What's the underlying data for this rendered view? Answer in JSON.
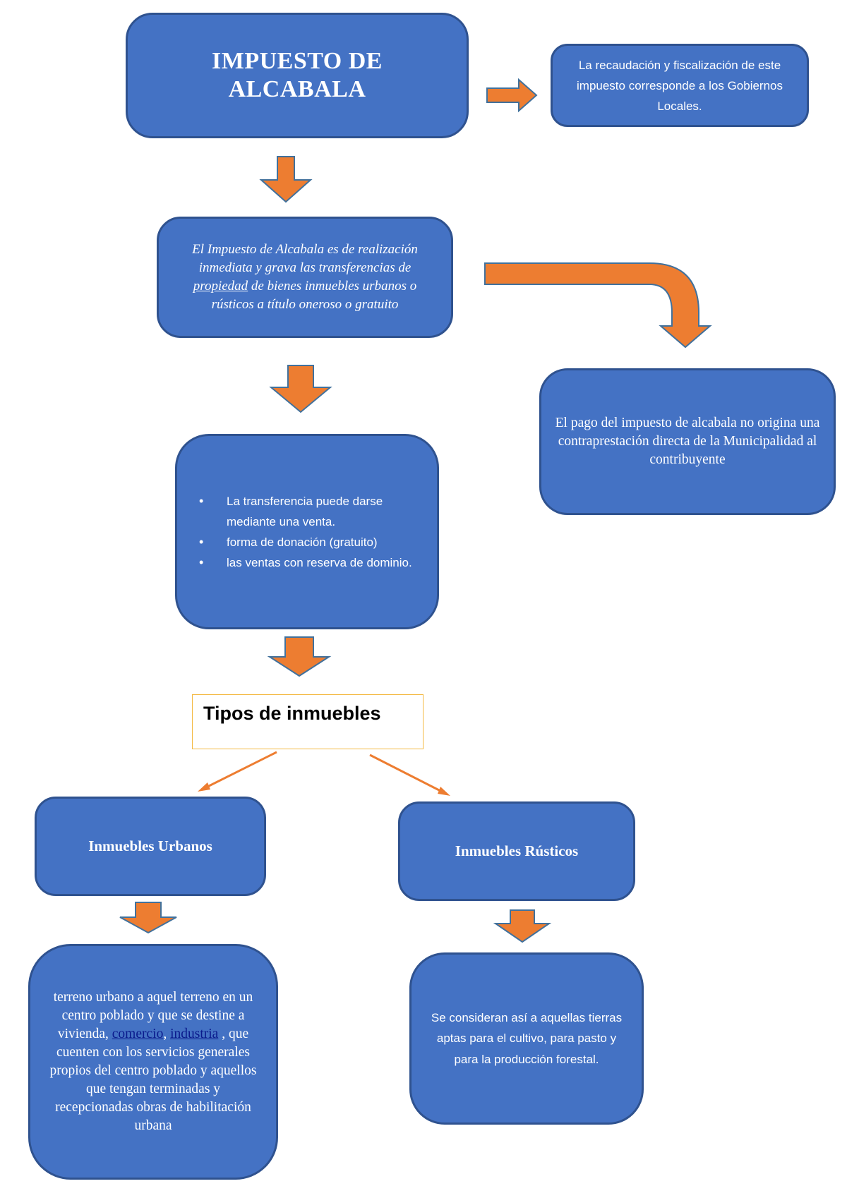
{
  "title": {
    "line1": "IMPUESTO DE",
    "line2": "ALCABALA"
  },
  "collection_note": "La recaudación y fiscalización de este impuesto corresponde a los Gobiernos Locales.",
  "definition": {
    "before_link": "El Impuesto de Alcabala es de realización inmediata y grava las transferencias de ",
    "underlined": "propiedad",
    "after_link": " de bienes inmuebles urbanos o rústicos a título oneroso o gratuito"
  },
  "payment_note": "El pago del impuesto de alcabala no origina una contraprestación directa de la Municipalidad al contribuyente",
  "transfer_forms": {
    "bullet_symbol": "•",
    "items": [
      "La transferencia puede darse mediante una venta.",
      "forma de donación (gratuito)",
      "las ventas con reserva de dominio."
    ]
  },
  "types_heading": "Tipos de inmuebles",
  "urban": {
    "label": "Inmuebles Urbanos",
    "description": {
      "text_before": "terreno urbano a aquel terreno en un centro poblado y que se destine a vivienda, ",
      "link1": "comercio",
      "separator": ", ",
      "link2": "industria",
      "text_after": " , que cuenten con los servicios generales propios del centro poblado y aquellos que tengan terminadas y recepcionadas obras de habilitación urbana"
    }
  },
  "rustic": {
    "label": "Inmuebles Rústicos",
    "description": "Se consideran así a aquellas tierras aptas para el cultivo, para pasto y para la producción forestal."
  },
  "colors": {
    "node_fill": "#4472C4",
    "node_border": "#2F528F",
    "arrow_fill": "#ED7D31",
    "arrow_border": "#41719C",
    "heading_border": "#F4B942",
    "link_text": "#0A1A8C"
  }
}
